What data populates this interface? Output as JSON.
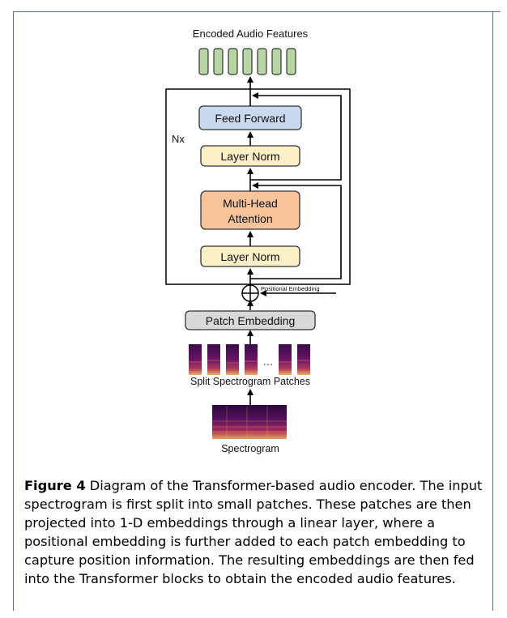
{
  "diagram": {
    "output_label": "Encoded Audio Features",
    "repeat_label": "Nx",
    "blocks": {
      "feed_forward": "Feed Forward",
      "layer_norm_top": "Layer Norm",
      "attention_line1": "Multi-Head",
      "attention_line2": "Attention",
      "layer_norm_bottom": "Layer Norm",
      "patch_embedding": "Patch Embedding"
    },
    "positional_label": "Positional Embedding",
    "ellipsis": "…",
    "patches_label": "Split Spectrogram Patches",
    "spectrogram_label": "Spectrogram",
    "colors": {
      "output_token": "#b9d5a3",
      "feed_forward": "#c9d9ee",
      "layer_norm": "#fdefc6",
      "attention": "#f6c39a",
      "patch_embedding": "#d9d9d9"
    }
  },
  "caption": {
    "label": "Figure 4",
    "text": "Diagram of the Transformer-based audio encoder. The input spectrogram is first split into small patches. These patches are then projected into 1-D embeddings through a linear layer, where a positional embedding is further added to each patch embedding to capture position information. The resulting embeddings are then fed into the Transformer blocks to obtain the encoded audio features."
  }
}
